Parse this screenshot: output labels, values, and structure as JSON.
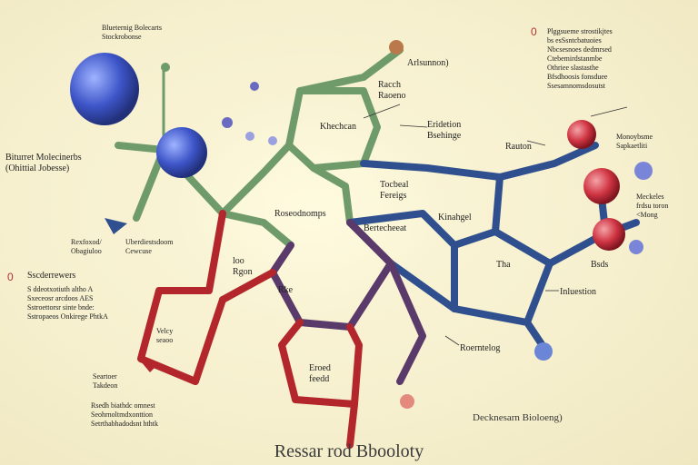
{
  "colors": {
    "background": "#f7f1d2",
    "edge_green": "#6f9a6a",
    "edge_blue": "#2f4f8f",
    "edge_red": "#b3262b",
    "edge_purple": "#5a3a6a",
    "node_blue": "#3a4fb5",
    "node_red": "#c8323f",
    "node_tan": "#b9794a"
  },
  "labels": {
    "top_left_header": "Blueternig Bolecarts\nStockrobonse",
    "left_molecule": "Biturret Molecinerbs\n(Ohittial Jobesse)",
    "lower_left_a": "Rexfoxod/\nObagiuloo",
    "lower_left_b": "Uberdiestsdoom\nCewcuse",
    "left_block_title": "Sscderrewers",
    "left_block_body": "S ddeotxotiuth altho A\nSxeceosr arcdoos AES\nSstroettorsr sinte bnde:\nSstropaeos Onkirege PhtkA",
    "bottom_left_a": "Seartoer\nTakdeon",
    "bottom_left_b": "Rsedh biathdc omnest\nSeohrnoltmdxonttion\nSetrthabhadodsnt hthtk",
    "top_right_block": "Plggsueme strostikjtes\nbs esSsntcbatuoies\nNbcsesnoes dedmrsed\nCtebemirdstanmbe\nOthriee slastasthe\nBfsdhoosis fonsduee\nSsesamnomsdosutst",
    "arbrunnon": "Arlsunnon)",
    "racch": "Racch\nRaoeno",
    "kheelhen": "Khechcan",
    "erdelon": "Eridetion\nBsehinge",
    "tocbedl": "Tocbeal\nFereigs",
    "roseodhnomde": "Roseodnomps",
    "rauton": "Rauton",
    "monoybeme": "Monoybsme\nSapkaetliti",
    "mecbelos": "Meckeles\nfrdsu toron\n<Mong",
    "bertechecat": "Bertecheeat",
    "kinahgel": "Kinahgel",
    "lon_rgon": "loo\nRgon",
    "rke": "Rke",
    "tha": "Tha",
    "bsds": "Bsds",
    "inluestion": "Inluestion",
    "roerrtelog": "Roerntelog",
    "velcy": "Velcy\nseaoo",
    "erod": "Eroed\nfeedd"
  },
  "credit": "Decknesarn Bioloeng)",
  "title": "Ressar rod Bbooloty"
}
